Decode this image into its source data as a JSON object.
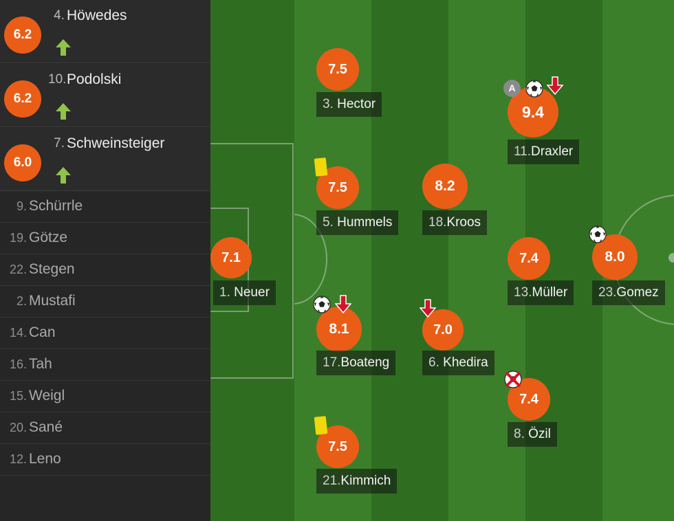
{
  "substitutes": [
    {
      "number": "4.",
      "name": "Höwedes",
      "rating": "6.2",
      "status_icon": "sub-in-arrow-icon"
    },
    {
      "number": "10.",
      "name": "Podolski",
      "rating": "6.2",
      "status_icon": "sub-in-arrow-icon"
    },
    {
      "number": "7.",
      "name": "Schweinsteiger",
      "rating": "6.0",
      "status_icon": "sub-in-arrow-icon"
    }
  ],
  "bench": [
    {
      "number": "9.",
      "name": "Schürrle"
    },
    {
      "number": "19.",
      "name": "Götze"
    },
    {
      "number": "22.",
      "name": "Stegen"
    },
    {
      "number": "2.",
      "name": "Mustafi"
    },
    {
      "number": "14.",
      "name": "Can"
    },
    {
      "number": "16.",
      "name": "Tah"
    },
    {
      "number": "15.",
      "name": "Weigl"
    },
    {
      "number": "20.",
      "name": "Sané"
    },
    {
      "number": "12.",
      "name": "Leno"
    }
  ],
  "lineup": [
    {
      "number": "1.",
      "name": "Neuer",
      "rating": "7.1",
      "icons": []
    },
    {
      "number": "3.",
      "name": "Hector",
      "rating": "7.5",
      "icons": []
    },
    {
      "number": "5.",
      "name": "Hummels",
      "rating": "7.5",
      "icons": [
        "yellow-card-icon"
      ]
    },
    {
      "number": "17.",
      "name": "Boateng",
      "rating": "8.1",
      "icons": [
        "goal-ball-icon",
        "sub-out-arrow-icon"
      ]
    },
    {
      "number": "21.",
      "name": "Kimmich",
      "rating": "7.5",
      "icons": [
        "yellow-card-icon"
      ]
    },
    {
      "number": "18.",
      "name": "Kroos",
      "rating": "8.2",
      "icons": []
    },
    {
      "number": "6.",
      "name": "Khedira",
      "rating": "7.0",
      "icons": [
        "sub-out-arrow-icon"
      ]
    },
    {
      "number": "11.",
      "name": "Draxler",
      "rating": "9.4",
      "icons": [
        "assist-icon",
        "goal-ball-icon",
        "sub-out-arrow-icon"
      ],
      "best_rating": true
    },
    {
      "number": "13.",
      "name": "Müller",
      "rating": "7.4",
      "icons": []
    },
    {
      "number": "8.",
      "name": "Özil",
      "rating": "7.4",
      "icons": [
        "missed-penalty-icon"
      ]
    },
    {
      "number": "23.",
      "name": "Gomez",
      "rating": "8.0",
      "icons": [
        "goal-ball-icon"
      ]
    }
  ],
  "event_icon_labels": {
    "assist": "A"
  },
  "colors": {
    "rating_badge": "#ea5d17",
    "sub_in_arrow": "#8fc34a",
    "sub_out_arrow": "#d3142b",
    "yellow_card": "#f2d70a",
    "pitch_light": "#3c7f2a",
    "pitch_dark": "#2f6e21"
  }
}
